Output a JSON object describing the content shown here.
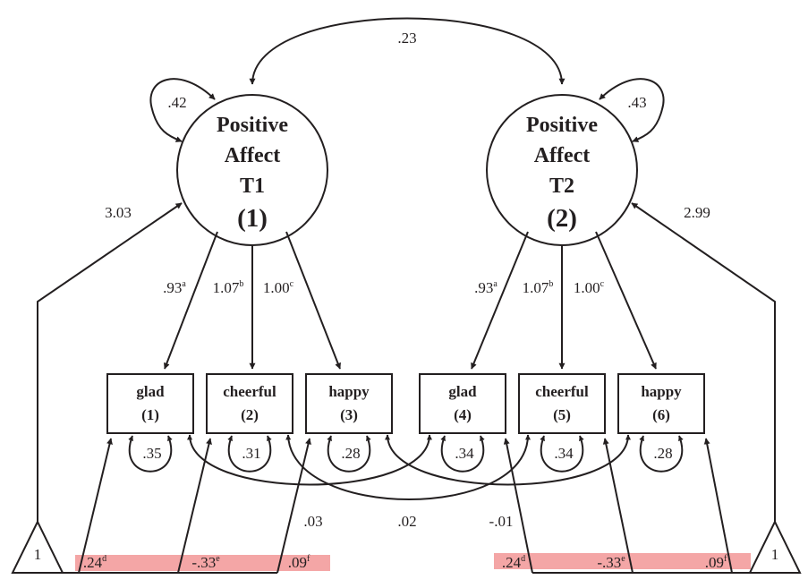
{
  "highlight_color": "#f4a6a6",
  "latents": [
    {
      "lines": [
        "Positive",
        "Affect",
        "T1"
      ],
      "number": "(1)",
      "variance": ".42",
      "mean": "3.03"
    },
    {
      "lines": [
        "Positive",
        "Affect",
        "T2"
      ],
      "number": "(2)",
      "variance": ".43",
      "mean": "2.99"
    }
  ],
  "latent_covariance": ".23",
  "loadings": {
    "t1": [
      {
        "value": ".93",
        "sup": "a"
      },
      {
        "value": "1.07",
        "sup": "b"
      },
      {
        "value": "1.00",
        "sup": "c"
      }
    ],
    "t2": [
      {
        "value": ".93",
        "sup": "a"
      },
      {
        "value": "1.07",
        "sup": "b"
      },
      {
        "value": "1.00",
        "sup": "c"
      }
    ]
  },
  "indicators": [
    {
      "name": "glad",
      "number": "(1)",
      "residual": ".35"
    },
    {
      "name": "cheerful",
      "number": "(2)",
      "residual": ".31"
    },
    {
      "name": "happy",
      "number": "(3)",
      "residual": ".28"
    },
    {
      "name": "glad",
      "number": "(4)",
      "residual": ".34"
    },
    {
      "name": "cheerful",
      "number": "(5)",
      "residual": ".34"
    },
    {
      "name": "happy",
      "number": "(6)",
      "residual": ".28"
    }
  ],
  "residual_covariances": [
    ".03",
    ".02",
    "-.01"
  ],
  "intercepts": {
    "t1": [
      {
        "value": ".24",
        "sup": "d"
      },
      {
        "value": "-.33",
        "sup": "e"
      },
      {
        "value": ".09",
        "sup": "f"
      }
    ],
    "t2": [
      {
        "value": ".24",
        "sup": "d"
      },
      {
        "value": "-.33",
        "sup": "e"
      },
      {
        "value": ".09",
        "sup": "f"
      }
    ]
  },
  "constant_label": "1"
}
